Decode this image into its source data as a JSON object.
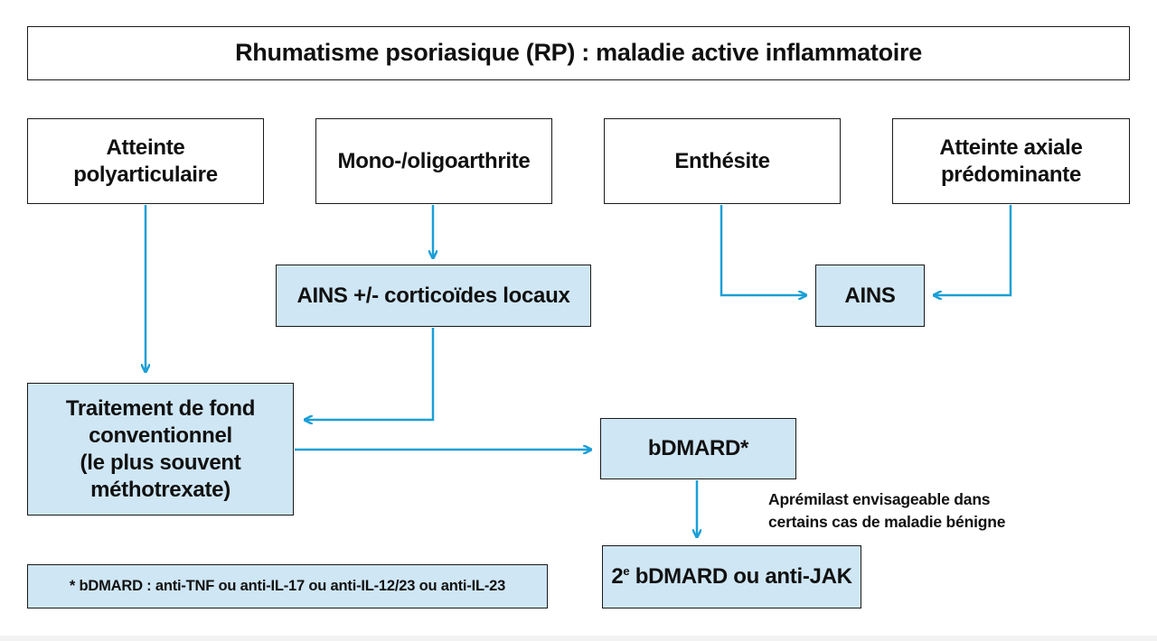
{
  "title": "Rhumatisme psoriasique (RP) : maladie active inflammatoire",
  "presentations": {
    "polyarticular": [
      "Atteinte",
      "polyarticulaire"
    ],
    "oligo": "Mono-/oligoarthrite",
    "enthesitis": "Enthésite",
    "axial": [
      "Atteinte axiale",
      "prédominante"
    ]
  },
  "treatments": {
    "ains_corticoids": "AINS +/- corticoïdes locaux",
    "ains": "AINS",
    "conventional": [
      "Traitement de fond",
      "conventionnel",
      "(le plus souvent",
      "méthotrexate)"
    ],
    "bdmard": "bDMARD*",
    "second_line_prefix": "2",
    "second_line_sup": "e",
    "second_line_rest": " bDMARD ou anti-JAK"
  },
  "note": [
    "Aprémilast envisageable dans",
    "certains cas de maladie bénigne"
  ],
  "footnote": "* bDMARD : anti-TNF ou anti-IL-17 ou anti-IL-12/23 ou anti-IL-23",
  "colors": {
    "arrow": "#1b9fd6",
    "box_fill": "#cfe6f4",
    "border": "#1a1a1a"
  }
}
